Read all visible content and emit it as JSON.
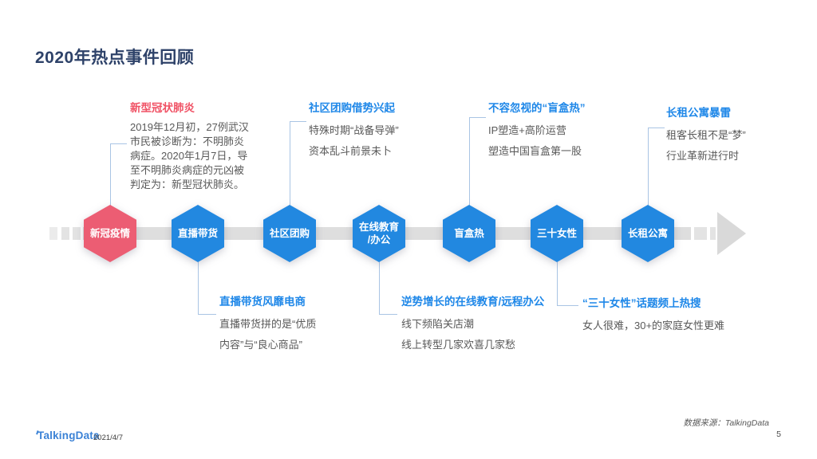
{
  "slide": {
    "title": "2020年热点事件回顾"
  },
  "timeline": {
    "nodes": [
      {
        "label": "新冠疫情",
        "color": "#EC5D73"
      },
      {
        "label": "直播带货",
        "color": "#2288E0"
      },
      {
        "label": "社区团购",
        "color": "#2288E0"
      },
      {
        "label": "在线教育\n/办公",
        "color": "#2288E0"
      },
      {
        "label": "盲盒热",
        "color": "#2288E0"
      },
      {
        "label": "三十女性",
        "color": "#2288E0"
      },
      {
        "label": "长租公寓",
        "color": "#2288E0"
      }
    ]
  },
  "annotations_top": [
    {
      "title": "新型冠状肺炎",
      "title_color": "#F05265",
      "lines": [
        "2019年12月初，27例武汉",
        "市民被诊断为：不明肺炎",
        "病症。2020年1月7日，导",
        "至不明肺炎病症的元凶被",
        "判定为：新型冠状肺炎。"
      ]
    },
    {
      "title": "社区团购借势兴起",
      "title_color": "#1E87E8",
      "lines": [
        "特殊时期“战备导弹”",
        "资本乱斗前景未卜"
      ]
    },
    {
      "title": "不容忽视的“盲盒热”",
      "title_color": "#1E87E8",
      "lines": [
        "IP塑造+高阶运营",
        "塑造中国盲盒第一股"
      ]
    },
    {
      "title": "长租公寓暴雷",
      "title_color": "#1E87E8",
      "lines": [
        "租客长租不是“梦”",
        "行业革新进行时"
      ]
    }
  ],
  "annotations_bottom": [
    {
      "title": "直播带货风靡电商",
      "title_color": "#1E87E8",
      "lines": [
        "直播带货拼的是“优质",
        "内容”与“良心商品”"
      ]
    },
    {
      "title": "逆势增长的在线教育/远程办公",
      "title_color": "#1E87E8",
      "lines": [
        "线下频陷关店潮",
        "线上转型几家欢喜几家愁"
      ]
    },
    {
      "title": "“三十女性”话题频上热搜",
      "title_color": "#1E87E8",
      "lines": [
        "女人很难，30+的家庭女性更难"
      ]
    }
  ],
  "footer": {
    "logo": "TalkingData",
    "date": "2021/4/7",
    "source": "数据来源：TalkingData",
    "page_number": "5"
  },
  "colors": {
    "title": "#2E4269",
    "accent_red": "#EC5D73",
    "accent_blue": "#2288E0",
    "annotation_title_red": "#F05265",
    "annotation_title_blue": "#1E87E8",
    "body_text": "#595959",
    "timeline_gray": "#DEDEDE",
    "connector": "#A9C4E4"
  }
}
